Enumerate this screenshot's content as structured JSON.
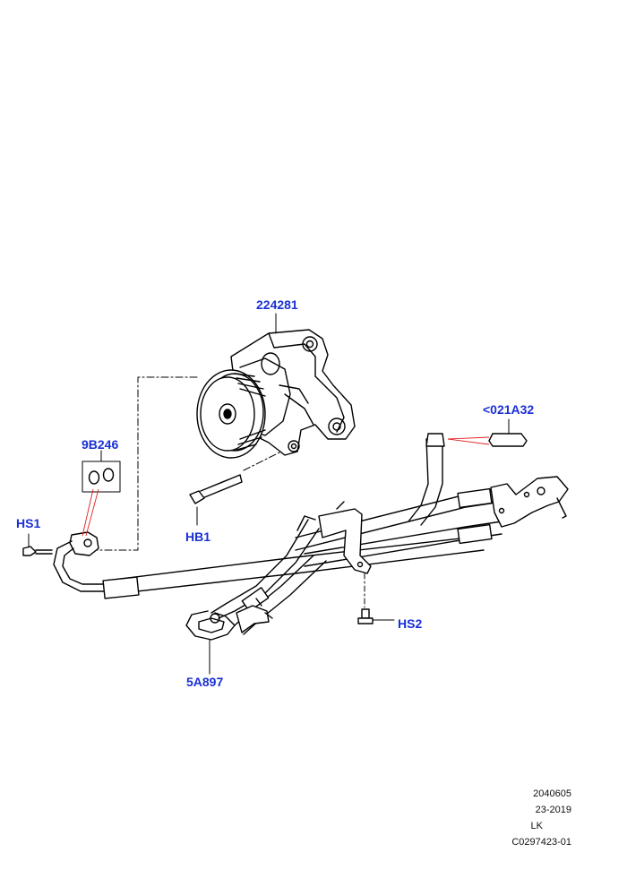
{
  "colors": {
    "callout": "#1a2fd6",
    "leader": "#e02020",
    "line": "#000000"
  },
  "callouts": {
    "pump": "224281",
    "cap": "<021A32",
    "orings": "9B246",
    "hs1": "HS1",
    "hb1": "HB1",
    "hs2": "HS2",
    "hose": "5A897"
  },
  "footer": {
    "line1": "2040605",
    "line2": "23-2019",
    "line3": "LK",
    "line4": "C0297423-01"
  }
}
